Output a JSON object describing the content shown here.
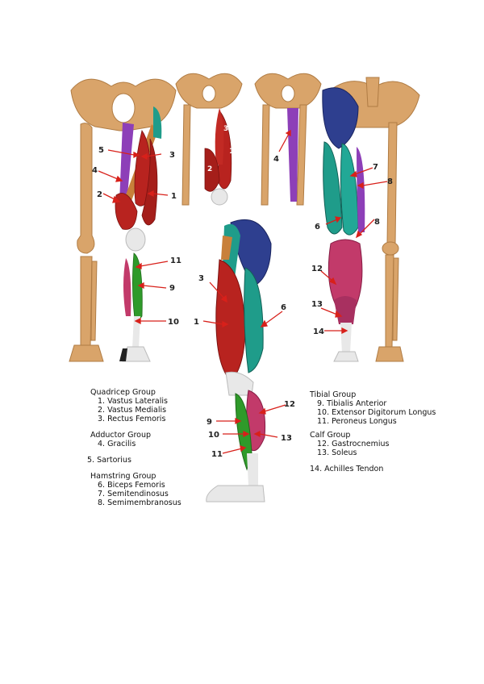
{
  "colors": {
    "bone": "#d9a46a",
    "bone_dark": "#b07c44",
    "quadricep": "#b8231f",
    "adductor": "#8d3fb8",
    "sartorius": "#c8803a",
    "hamstring": "#1f9c8a",
    "hamstring_dark": "#167567",
    "gluteal": "#2e3f8f",
    "tibial": "#2f9a2a",
    "calf": "#c23a6a",
    "tendon": "#e8e8e8",
    "arrow": "#d8201a"
  },
  "figure_labels": {
    "front_leg": [
      "5",
      "3",
      "4",
      "2",
      "1",
      "11",
      "9",
      "10"
    ],
    "quad_inset": [
      "3",
      "1",
      "2"
    ],
    "adductor_inset": [
      "4"
    ],
    "back_leg": [
      "7",
      "8",
      "6",
      "8",
      "12",
      "13",
      "14"
    ],
    "side_leg": [
      "3",
      "6",
      "1",
      "12",
      "9",
      "10",
      "13",
      "11"
    ]
  },
  "legend_left": {
    "quadricep": {
      "title": "Quadricep Group",
      "items": [
        "1.  Vastus Lateralis",
        "2.  Vastus Medialis",
        "3.  Rectus Femoris"
      ]
    },
    "adductor": {
      "title": "Adductor Group",
      "items": [
        "4.  Gracilis"
      ]
    },
    "sartorius": "5.  Sartorius",
    "hamstring": {
      "title": "Hamstring Group",
      "items": [
        "6.  Biceps Femoris",
        "7.  Semitendinosus",
        "8.  Semimembranosus"
      ]
    }
  },
  "legend_right": {
    "tibial": {
      "title": "Tibial  Group",
      "items": [
        "9.  Tibialis Anterior",
        "10.  Extensor Digitorum Longus",
        "11.  Peroneus Longus"
      ]
    },
    "calf": {
      "title": "Calf Group",
      "items": [
        "12.  Gastrocnemius",
        "13.  Soleus"
      ]
    },
    "achilles": "14.  Achilles Tendon"
  }
}
